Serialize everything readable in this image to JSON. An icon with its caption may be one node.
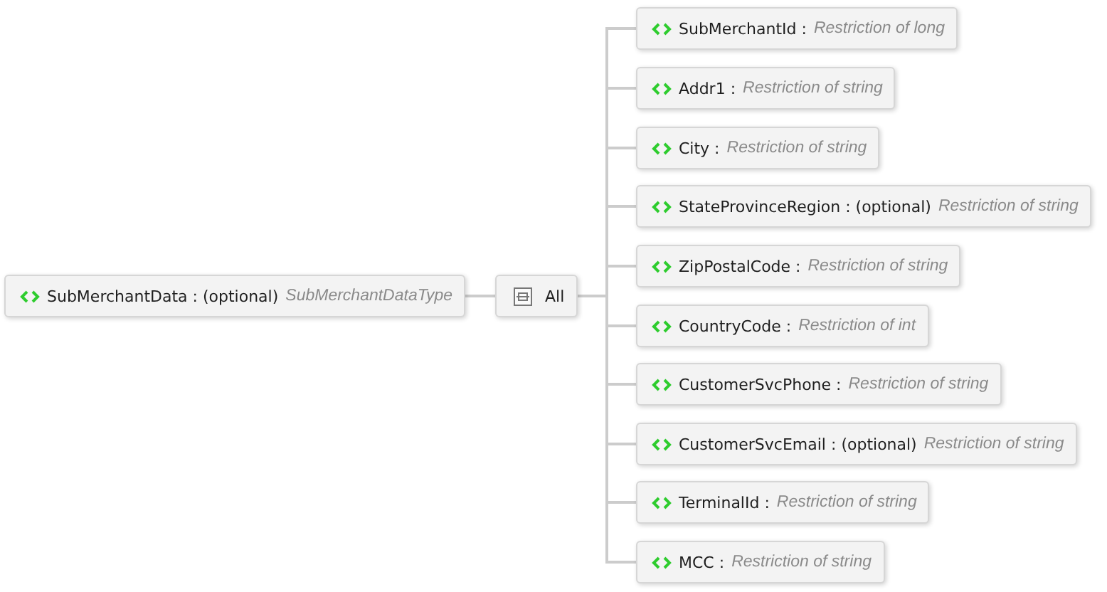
{
  "diagram": {
    "nodes": [
      {
        "text": [
          "SubMerchantData : (optional)",
          "SubMerchantDataType"
        ]
      },
      {
        "text": [
          "All"
        ]
      },
      {
        "text": [
          "SubMerchantId :",
          "Restriction of long"
        ]
      },
      {
        "text": [
          "Addr1 :",
          "Restriction of string"
        ]
      },
      {
        "text": [
          "City :",
          "Restriction of string"
        ]
      },
      {
        "text": [
          "StateProvinceRegion : (optional)",
          "Restriction of string"
        ]
      },
      {
        "text": [
          "ZipPostalCode :",
          "Restriction of string"
        ]
      },
      {
        "text": [
          "CountryCode :",
          "Restriction of int"
        ]
      },
      {
        "text": [
          "CustomerSvcPhone :",
          "Restriction of string"
        ]
      },
      {
        "text": [
          "CustomerSvcEmail : (optional)",
          "Restriction of string"
        ]
      },
      {
        "text": [
          "TerminalId :",
          "Restriction of string"
        ]
      },
      {
        "text": [
          "MCC :",
          "Restriction of string"
        ]
      }
    ],
    "edges": [
      {
        "from": 0,
        "to": 1,
        "arrow": "none"
      },
      {
        "from": 1,
        "to": 2,
        "arrow": "none"
      },
      {
        "from": 1,
        "to": 3,
        "arrow": "none"
      },
      {
        "from": 1,
        "to": 4,
        "arrow": "none"
      },
      {
        "from": 1,
        "to": 5,
        "arrow": "none"
      },
      {
        "from": 1,
        "to": 6,
        "arrow": "none"
      },
      {
        "from": 1,
        "to": 7,
        "arrow": "none"
      },
      {
        "from": 1,
        "to": 8,
        "arrow": "none"
      },
      {
        "from": 1,
        "to": 9,
        "arrow": "none"
      },
      {
        "from": 1,
        "to": 10,
        "arrow": "none"
      },
      {
        "from": 1,
        "to": 11,
        "arrow": "none"
      }
    ]
  }
}
